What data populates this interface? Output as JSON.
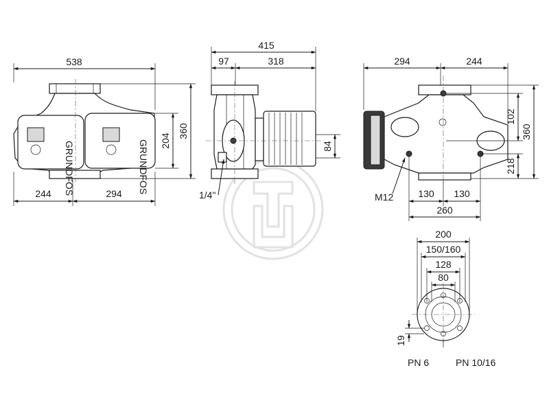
{
  "dimensions": {
    "front": {
      "total_width": "538",
      "left_width": "244",
      "right_width": "294",
      "height_motor": "204",
      "height_total": "360"
    },
    "side": {
      "total_length": "415",
      "flange_part": "97",
      "motor_part": "318",
      "shaft_height": "84",
      "vent_thread": "1/4\""
    },
    "back": {
      "left_width": "294",
      "right_width": "244",
      "height_upper": "102",
      "height_total": "360",
      "height_lower": "218",
      "thread": "M12",
      "hole_left": "130",
      "hole_right": "130",
      "hole_total": "260"
    },
    "flange": {
      "outer_diameter": "200",
      "bolt_circle": "150/160",
      "raised_face": "128",
      "nominal_bore": "80",
      "bolt_hole": "19",
      "pn_low": "PN 6",
      "pn_high": "PN 10/16"
    }
  }
}
